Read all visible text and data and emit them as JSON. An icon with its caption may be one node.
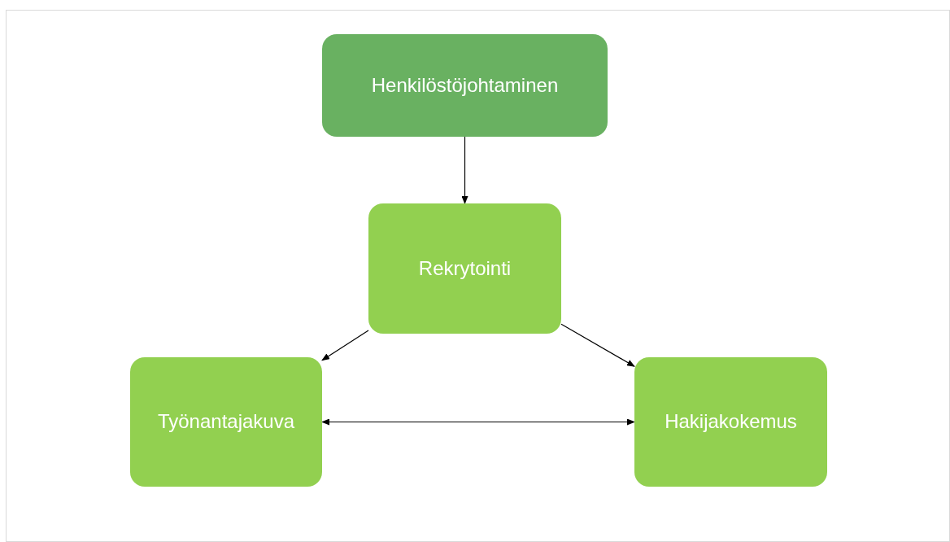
{
  "diagram": {
    "nodes": [
      {
        "text": [
          "Henkilöstöjohtaminen"
        ]
      },
      {
        "text": [
          "Rekrytointi"
        ]
      },
      {
        "text": [
          "Työnantajakuva"
        ]
      },
      {
        "text": [
          "Hakijakokemus"
        ]
      }
    ],
    "edges": [
      {
        "from": 0,
        "to": 1,
        "arrow": "to"
      },
      {
        "from": 1,
        "to": 2,
        "arrow": "to"
      },
      {
        "from": 1,
        "to": 3,
        "arrow": "to"
      },
      {
        "from": 2,
        "to": 3,
        "arrow": "both"
      }
    ]
  }
}
